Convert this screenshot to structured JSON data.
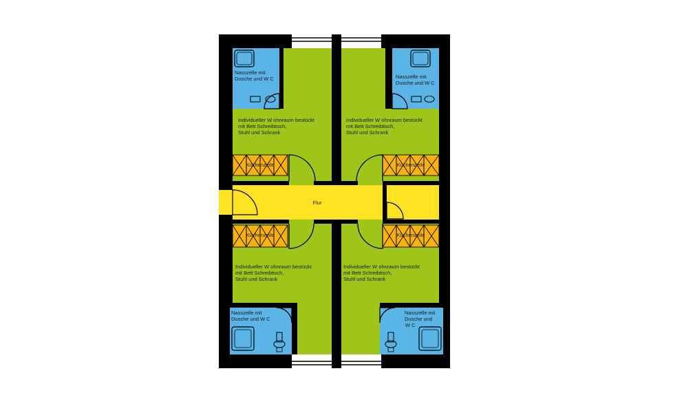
{
  "floorplan": {
    "corridor_label": "Flur",
    "rooms": [
      {
        "id": "top-left",
        "bath_label_lines": [
          "Nasszelle mit",
          "Dusche und W C"
        ],
        "room_label_lines": [
          "Individueller W ohnraum bestückt",
          "mit Bett Schreibtisch,",
          "Stuhl und Schrank"
        ],
        "kitchen_label": "Küchenzeile"
      },
      {
        "id": "top-right",
        "bath_label_lines": [
          "Nasszelle mit",
          "Dusche und W C"
        ],
        "room_label_lines": [
          "Individueller W ohnraum bestückt",
          "mit Bett Schreibtisch,",
          "Stuhl und Schrank"
        ],
        "kitchen_label": "Küchenzeile"
      },
      {
        "id": "bottom-left",
        "bath_label_lines": [
          "Nasszelle mit",
          "Dusche und W C"
        ],
        "room_label_lines": [
          "Individueller W ohnraum bestückt",
          "mit Bett Schreibtisch,",
          "Stuhl und Schrank"
        ],
        "kitchen_label": "Küchenzeile"
      },
      {
        "id": "bottom-right",
        "bath_label_lines": [
          "Nasszelle mit",
          "Dusche und",
          "W C"
        ],
        "room_label_lines": [
          "Individueller W ohnraum bestückt",
          "mit Bett Schreibtisch,",
          "Stuhl und Schrank"
        ],
        "kitchen_label": "Küchenzeile"
      }
    ],
    "colors": {
      "wall": "#000000",
      "room": "#9fc51b",
      "bath": "#5ab4e5",
      "kitchen": "#f9b10b",
      "corridor": "#fde321",
      "window": "#ffffff"
    }
  }
}
